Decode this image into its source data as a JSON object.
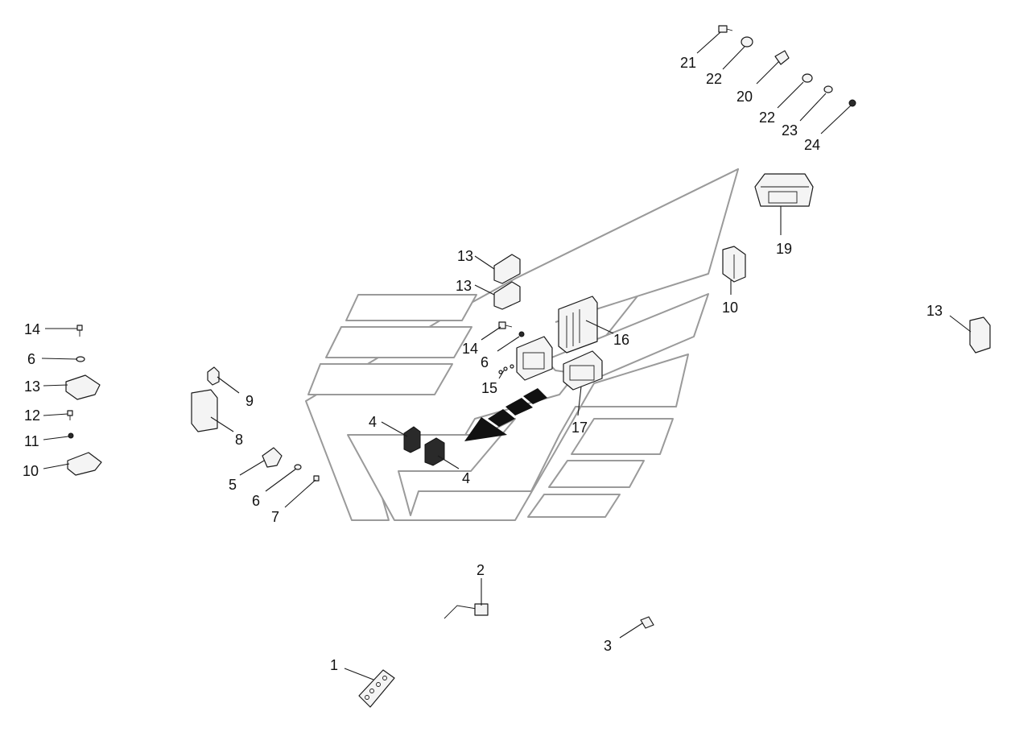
{
  "callouts": {
    "c1": "1",
    "c2": "2",
    "c3": "3",
    "c4a": "4",
    "c4b": "4",
    "c5": "5",
    "c6a": "6",
    "c6b": "6",
    "c6c": "6",
    "c7": "7",
    "c8": "8",
    "c9": "9",
    "c10a": "10",
    "c10b": "10",
    "c11": "11",
    "c12": "12",
    "c13a": "13",
    "c13b": "13",
    "c13c": "13",
    "c13d": "13",
    "c14a": "14",
    "c14b": "14",
    "c15": "15",
    "c16": "16",
    "c17": "17",
    "c19": "19",
    "c20": "20",
    "c21": "21",
    "c22a": "22",
    "c22b": "22",
    "c23": "23",
    "c24": "24"
  },
  "colors": {
    "outline": "#9a9a9a",
    "ink": "#111111",
    "background": "#ffffff"
  }
}
